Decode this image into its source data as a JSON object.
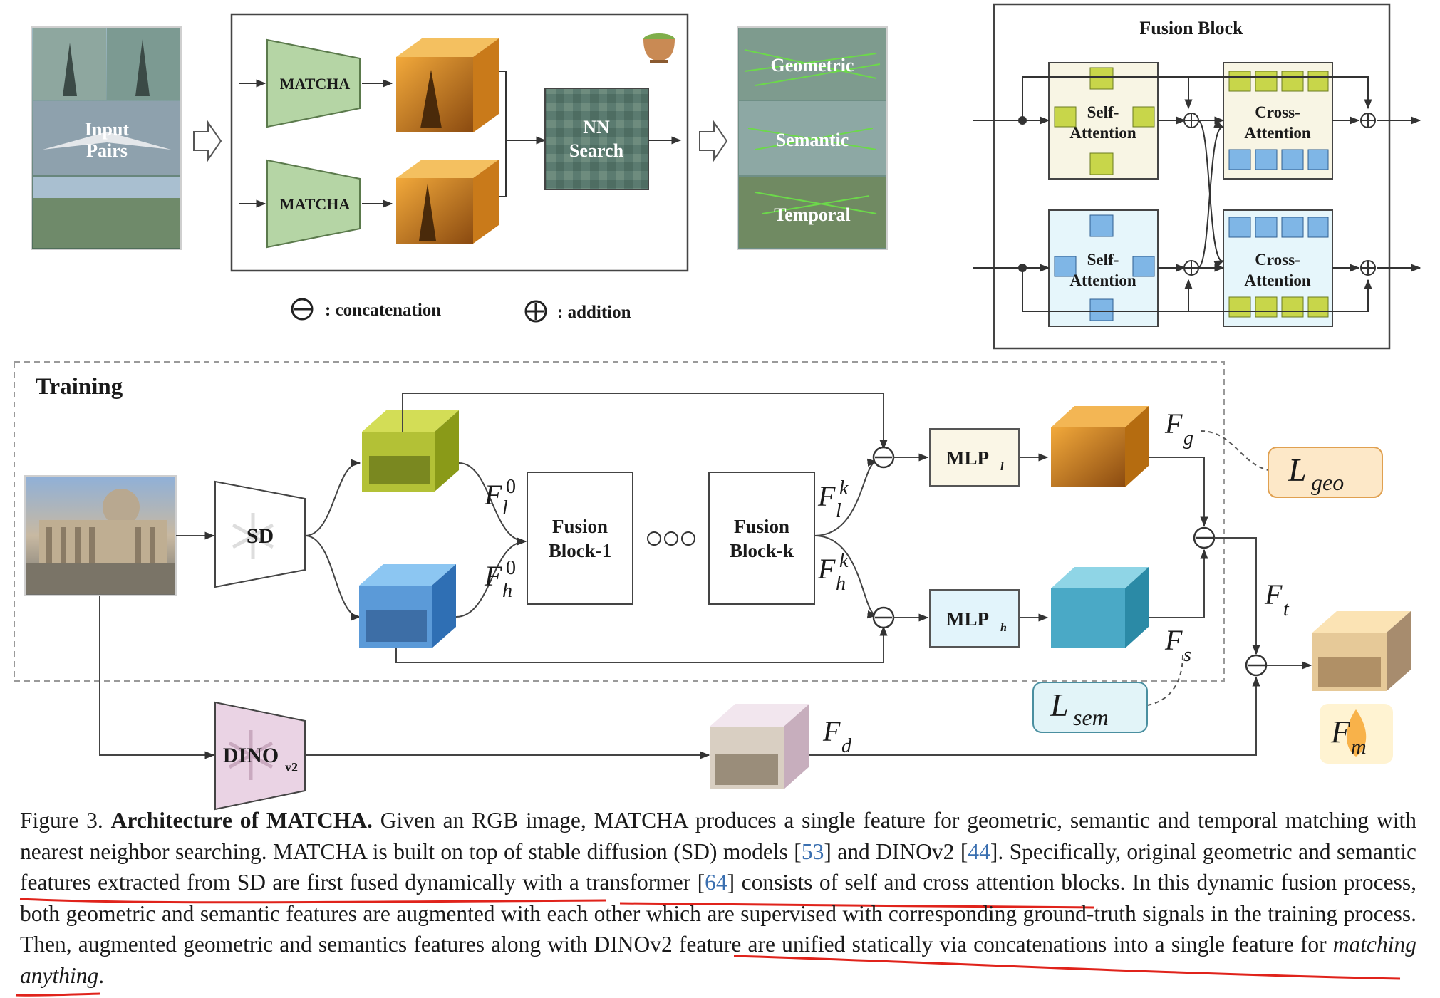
{
  "top_left": {
    "input_label_line1": "Input",
    "input_label_line2": "Pairs",
    "matcha_top": "MATCHA",
    "matcha_bottom": "MATCHA",
    "nn_line1": "NN",
    "nn_line2": "Search",
    "outputs": [
      "Geometric",
      "Semantic",
      "Temporal"
    ],
    "legend_concat": ": concatenation",
    "legend_add": ": addition"
  },
  "fusion_block": {
    "title": "Fusion Block",
    "self_line1": "Self-",
    "self_line2": "Attention",
    "cross_line1": "Cross-",
    "cross_line2": "Attention"
  },
  "training": {
    "title": "Training",
    "sd": "SD",
    "fusion1_line1": "Fusion",
    "fusion1_line2": "Block-1",
    "fusionk_line1": "Fusion",
    "fusionk_line2": "Block-k",
    "mlp_l": "MLP",
    "mlp_l_sub": "l",
    "mlp_h": "MLP",
    "mlp_h_sub": "h",
    "dino": "DINO",
    "dino_sub": "v2",
    "F": "F",
    "L": "L",
    "sub_l": "l",
    "sub_h": "h",
    "sup_0": "0",
    "sup_k": "k",
    "sub_g": "g",
    "sub_s": "s",
    "sub_t": "t",
    "sub_d": "d",
    "sub_m": "m",
    "sub_geo": "geo",
    "sub_sem": "sem"
  },
  "caption": {
    "fig_label": "Figure 3.",
    "bold_title": "Architecture of MATCHA.",
    "text1": " Given an RGB image, MATCHA produces a single feature for geometric, semantic and temporal matching with nearest neighbor searching. MATCHA is built on top of stable diffusion (SD) models [",
    "cite1": "53",
    "text2": "] and DINOv2 [",
    "cite2": "44",
    "text3": "]. Specifically, original geometric and semantic features extracted from SD are first fused dynamically with a transformer [",
    "cite3": "64",
    "text4": "] consists of self and cross attention blocks. In this dynamic fusion process, both geometric and semantic features are augmented with each other which are supervised with corresponding ground-truth signals in the training process. Then, augmented geometric and semantics features along with DINOv2 feature are unified statically via concatenations into a single feature for ",
    "italic_end": "matching anything",
    "text5": "."
  }
}
